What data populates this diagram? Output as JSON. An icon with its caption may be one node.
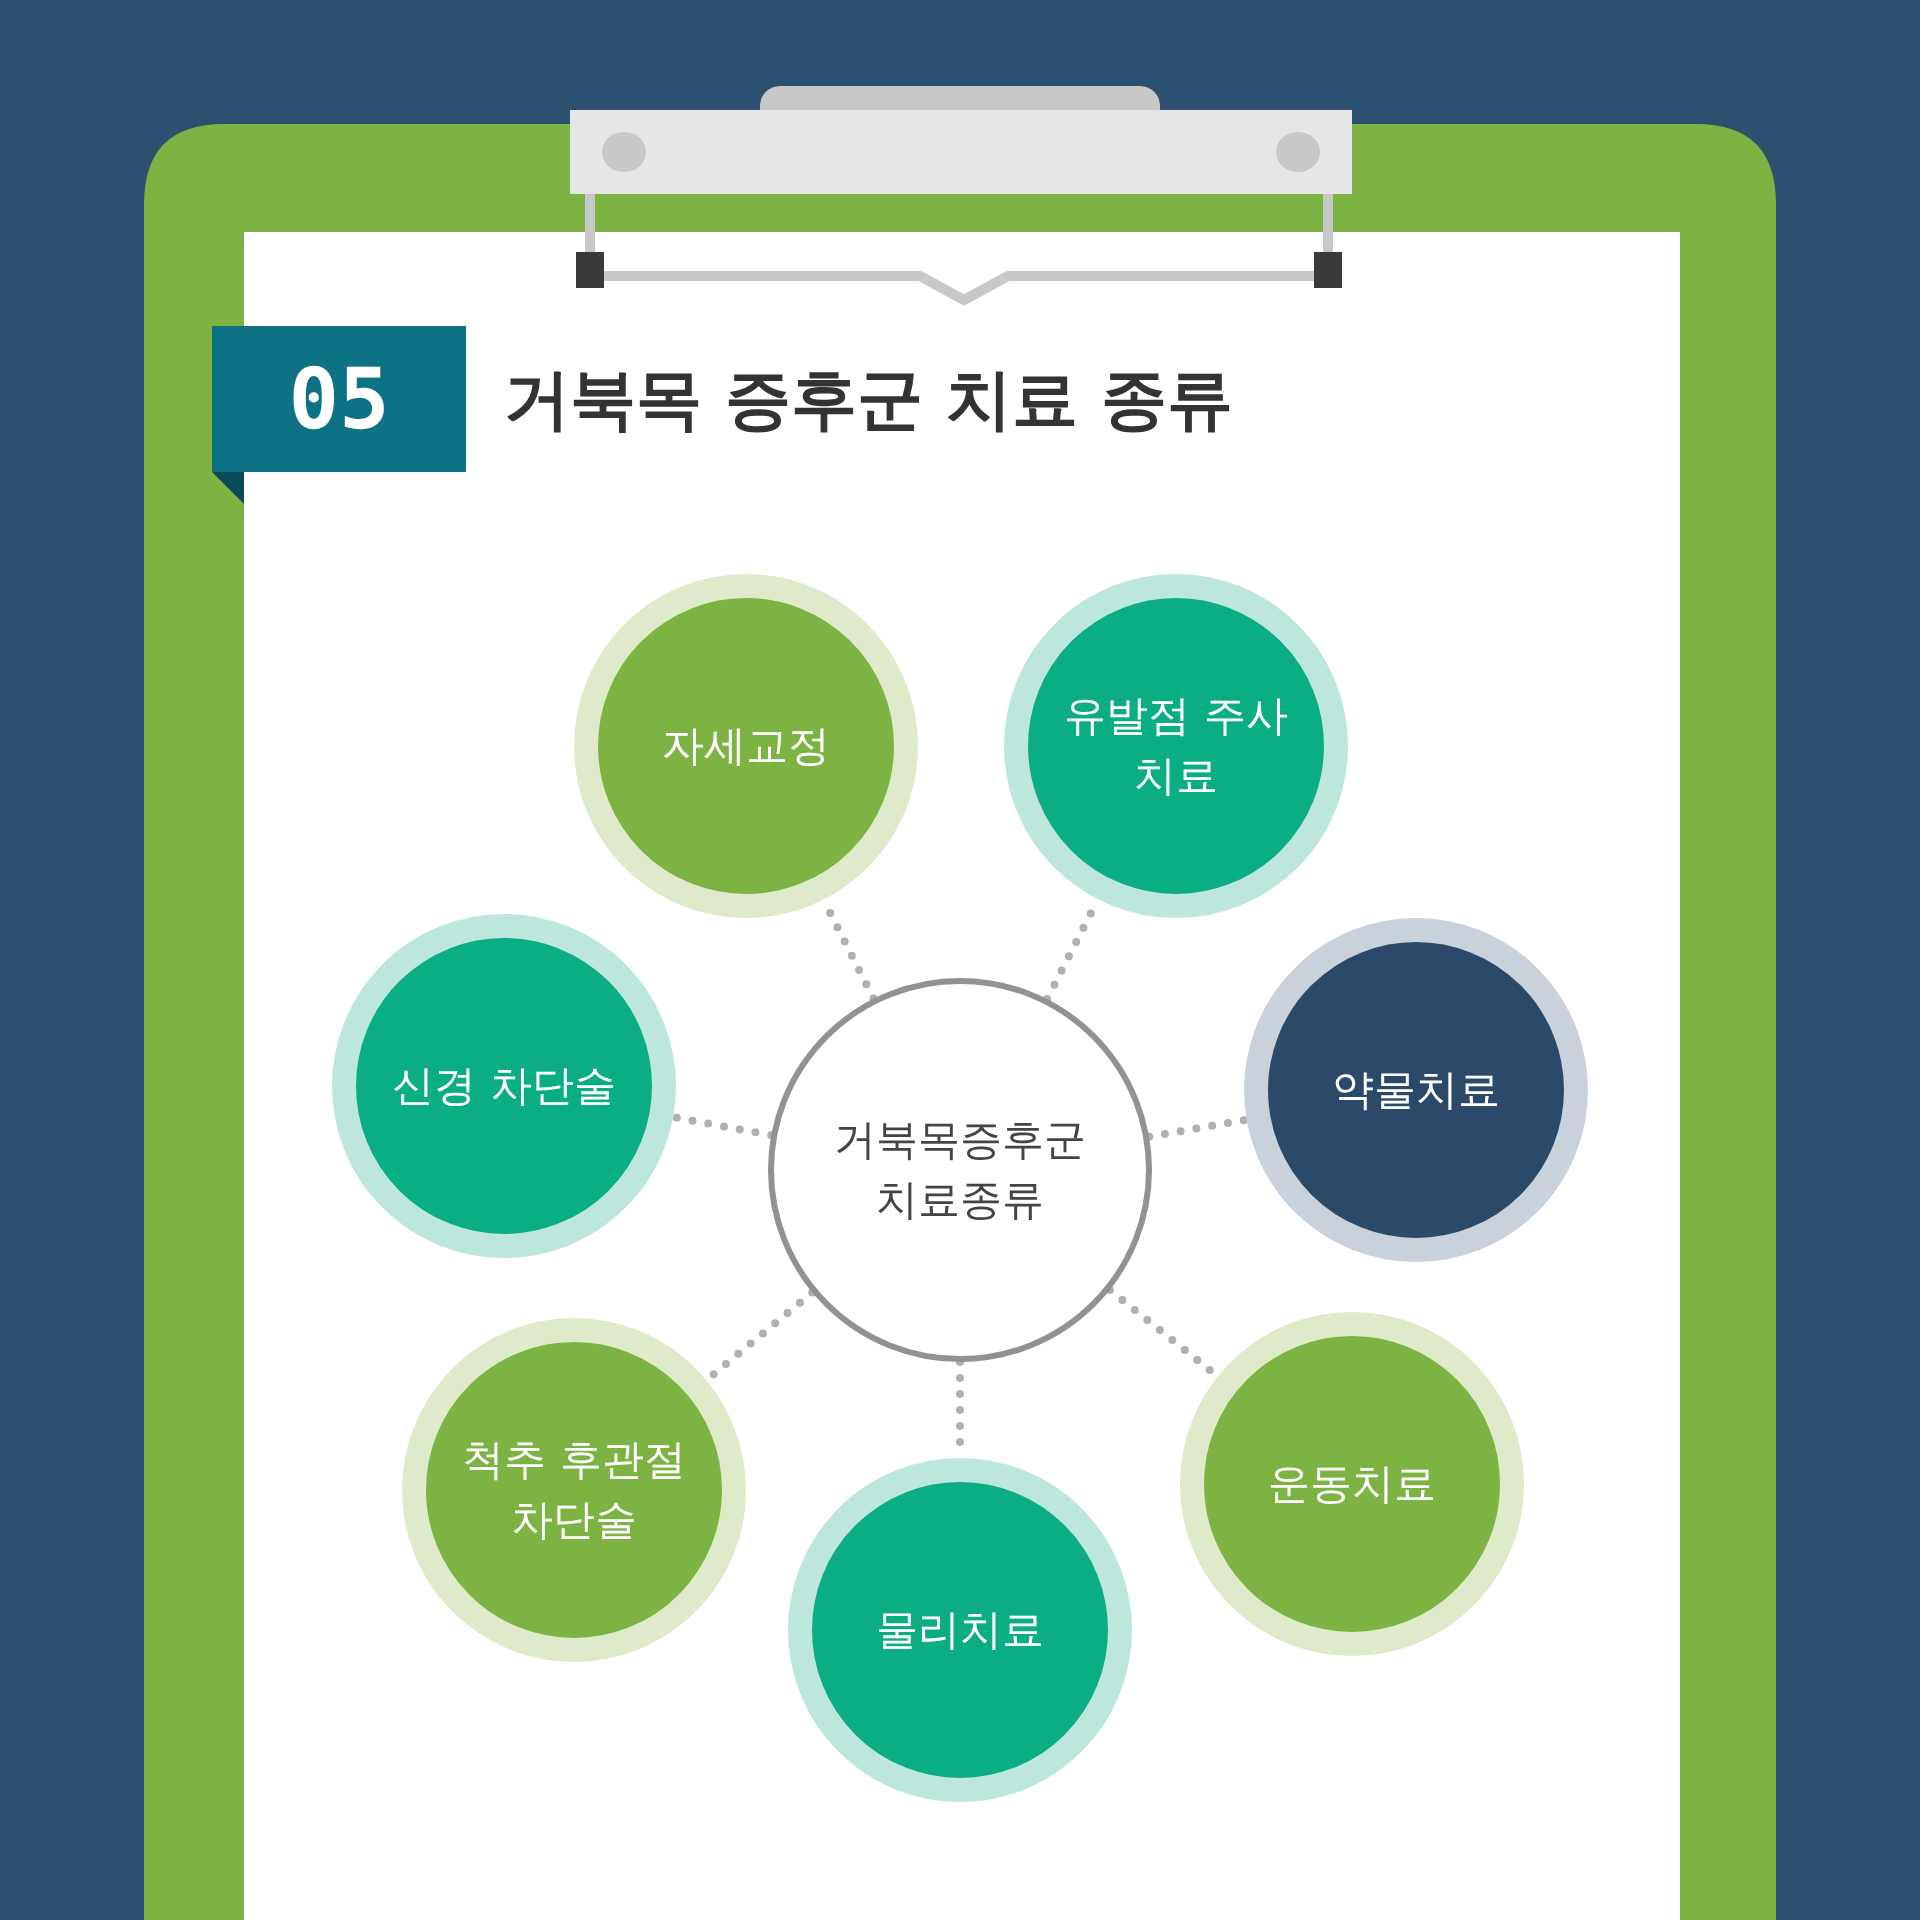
{
  "diagram": {
    "title": "거북목 증후군 치료 종류",
    "nodes": [
      {
        "text": [
          "거북목증후군 치료종류"
        ]
      },
      {
        "text": [
          "자세교정"
        ]
      },
      {
        "text": [
          "유발점 주사치료"
        ]
      },
      {
        "text": [
          "약물치료"
        ]
      },
      {
        "text": [
          "운동치료"
        ]
      },
      {
        "text": [
          "물리치료"
        ]
      },
      {
        "text": [
          "척추 후관절 차단술"
        ]
      },
      {
        "text": [
          "신경 차단술"
        ]
      }
    ],
    "edges": [
      {
        "from": 0,
        "to": 1,
        "arrow": "none"
      },
      {
        "from": 0,
        "to": 2,
        "arrow": "none"
      },
      {
        "from": 0,
        "to": 3,
        "arrow": "none"
      },
      {
        "from": 0,
        "to": 4,
        "arrow": "none"
      },
      {
        "from": 0,
        "to": 5,
        "arrow": "none"
      },
      {
        "from": 0,
        "to": 6,
        "arrow": "none"
      },
      {
        "from": 0,
        "to": 7,
        "arrow": "none"
      }
    ],
    "labels": [
      "05"
    ]
  }
}
